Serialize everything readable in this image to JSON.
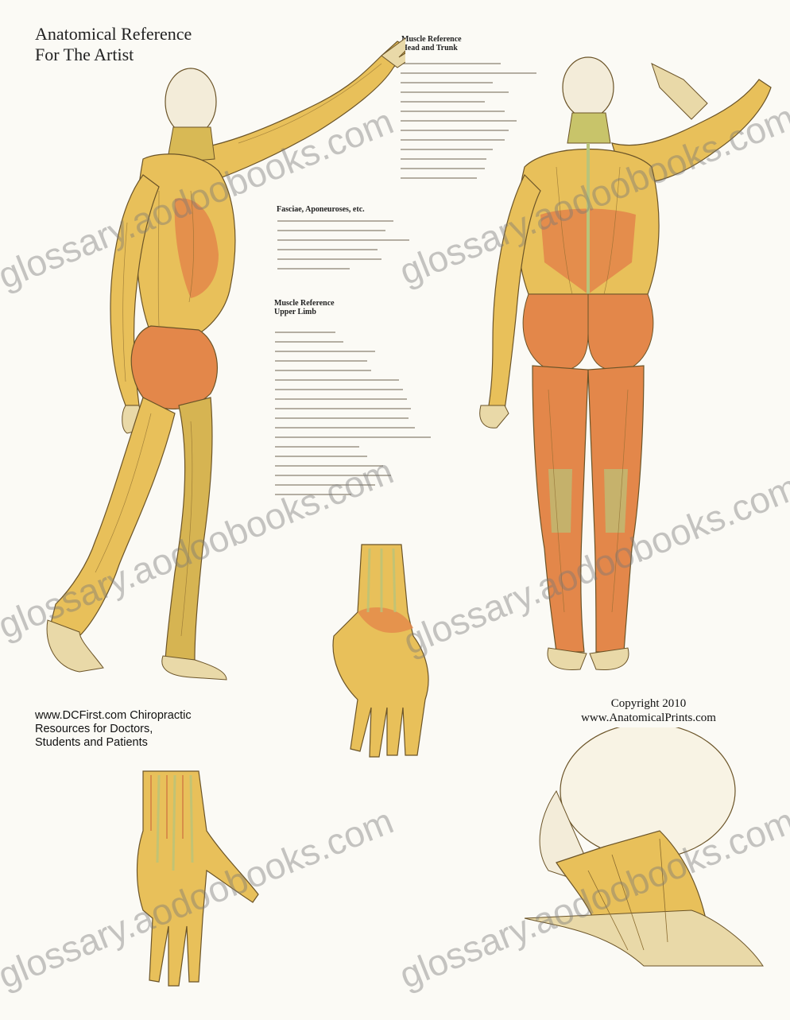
{
  "poster": {
    "title_line1": "Anatomical Reference",
    "title_line2": "For The Artist",
    "legend_heads": {
      "head_and_trunk_1": "Muscle Reference",
      "head_and_trunk_2": "Head and Trunk",
      "fasciae_1": "Fasciae, Aponeuroses, etc.",
      "upper_limb_1": "Muscle Reference",
      "upper_limb_2": "Upper Limb"
    },
    "promo_line1": "www.DCFirst.com Chiropractic",
    "promo_line2": "Resources for Doctors,",
    "promo_line3": "Students and Patients",
    "copyright_line1": "Copyright 2010",
    "copyright_line2": "www.AnatomicalPrints.com",
    "watermark": "glossary.aodoobooks.com"
  },
  "colors": {
    "paper": "#fbfaf5",
    "muscle_yellow": "#e8c05a",
    "muscle_orange": "#e3874a",
    "tendon_green": "#b9c47a",
    "skin_outline": "#e6dcc4",
    "line": "#5a4a2a"
  }
}
